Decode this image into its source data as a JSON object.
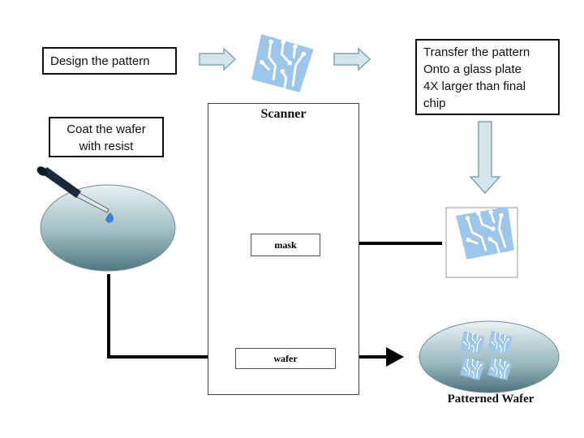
{
  "steps": {
    "design": "Design the pattern",
    "transfer": [
      "Transfer the pattern",
      "Onto a glass plate",
      "4X larger than final",
      "chip"
    ],
    "coat": [
      "Coat the wafer",
      "with resist"
    ]
  },
  "scanner": {
    "title": "Scanner",
    "mask": "mask",
    "wafer": "wafer"
  },
  "result": {
    "label": "Patterned Wafer"
  },
  "colors": {
    "chip_fill": "#9cc6ea",
    "chip_trace": "#ffffff",
    "arrow_light_fill": "#d4e6ec",
    "arrow_light_stroke": "#7fa6b4",
    "optics_line": "#2b2b9a",
    "bulb": "#1a1aee",
    "wafer_light": "#e7f2f4",
    "wafer_dark": "#4f777f"
  },
  "icons": [
    "chip-pattern-icon",
    "light-bulb-icon",
    "dropper-icon",
    "lens-icon"
  ]
}
